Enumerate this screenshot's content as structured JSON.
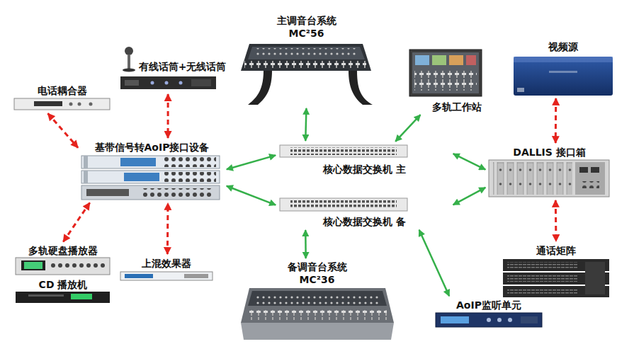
{
  "diagram": {
    "nodes": [
      {
        "text": [
          "电话耦合器"
        ]
      },
      {
        "text": [
          "有线话筒+无线话筒"
        ]
      },
      {
        "text": [
          "主调音台系统 MC²56"
        ]
      },
      {
        "text": [
          "多轨工作站"
        ]
      },
      {
        "text": [
          "视频源"
        ]
      },
      {
        "text": [
          "基带信号转AoIP接口设备"
        ]
      },
      {
        "text": [
          "核心数据交换机 主"
        ]
      },
      {
        "text": [
          "核心数据交换机 备"
        ]
      },
      {
        "text": [
          "DALLIS 接口箱"
        ]
      },
      {
        "text": [
          "多轨硬盘播放器"
        ]
      },
      {
        "text": [
          "CD 播放机"
        ]
      },
      {
        "text": [
          "上混效果器"
        ]
      },
      {
        "text": [
          "备调音台系统 MC²36"
        ]
      },
      {
        "text": [
          "AoIP监听单元"
        ]
      },
      {
        "text": [
          "通话矩阵"
        ]
      }
    ],
    "edges": [
      {
        "from": 0,
        "to": 5,
        "arrow": "both"
      },
      {
        "from": 1,
        "to": 5,
        "arrow": "both"
      },
      {
        "from": 9,
        "to": 5,
        "arrow": "both"
      },
      {
        "from": 11,
        "to": 5,
        "arrow": "both"
      },
      {
        "from": 5,
        "to": 6,
        "arrow": "both"
      },
      {
        "from": 5,
        "to": 7,
        "arrow": "both"
      },
      {
        "from": 6,
        "to": 2,
        "arrow": "both"
      },
      {
        "from": 6,
        "to": 3,
        "arrow": "both"
      },
      {
        "from": 6,
        "to": 8,
        "arrow": "both"
      },
      {
        "from": 7,
        "to": 8,
        "arrow": "both"
      },
      {
        "from": 7,
        "to": 12,
        "arrow": "both"
      },
      {
        "from": 7,
        "to": 13,
        "arrow": "both"
      },
      {
        "from": 4,
        "to": 8,
        "arrow": "both"
      },
      {
        "from": 8,
        "to": 14,
        "arrow": "both"
      }
    ]
  }
}
